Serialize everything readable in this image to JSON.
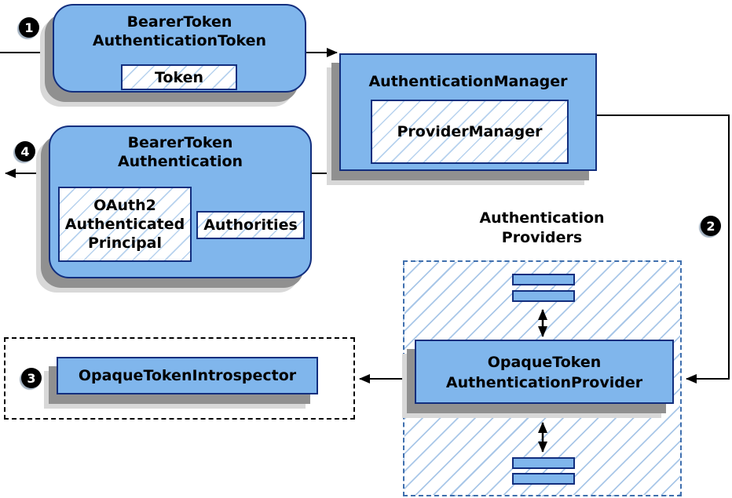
{
  "badges": {
    "step1": "1",
    "step2": "2",
    "step3": "3",
    "step4": "4"
  },
  "nodes": {
    "bearerTokenAuthenticationToken": {
      "title_line1": "BearerToken",
      "title_line2": "AuthenticationToken",
      "token_label": "Token"
    },
    "authenticationManager": {
      "title": "AuthenticationManager",
      "provider_manager_label": "ProviderManager"
    },
    "bearerTokenAuthentication": {
      "title_line1": "BearerToken",
      "title_line2": "Authentication",
      "principal_line1": "OAuth2",
      "principal_line2": "Authenticated",
      "principal_line3": "Principal",
      "authorities_label": "Authorities"
    },
    "opaqueTokenAuthenticationProvider": {
      "title_line1": "OpaqueToken",
      "title_line2": "AuthenticationProvider"
    },
    "opaqueTokenIntrospector": {
      "title": "OpaqueTokenIntrospector"
    }
  },
  "labels": {
    "authenticationProviders": {
      "line1": "Authentication",
      "line2": "Providers"
    }
  },
  "colors": {
    "node_fill": "#80b6ec",
    "node_border": "#122e7e",
    "hatch_line": "#a9c7e8",
    "region_dash_border": "#3f6fae",
    "dotted_box_border": "#000000",
    "connector": "#000000",
    "shadow_dark": "#909090",
    "shadow_light": "#d8d8d8",
    "badge_bg": "#000000",
    "badge_text": "#ffffff"
  }
}
